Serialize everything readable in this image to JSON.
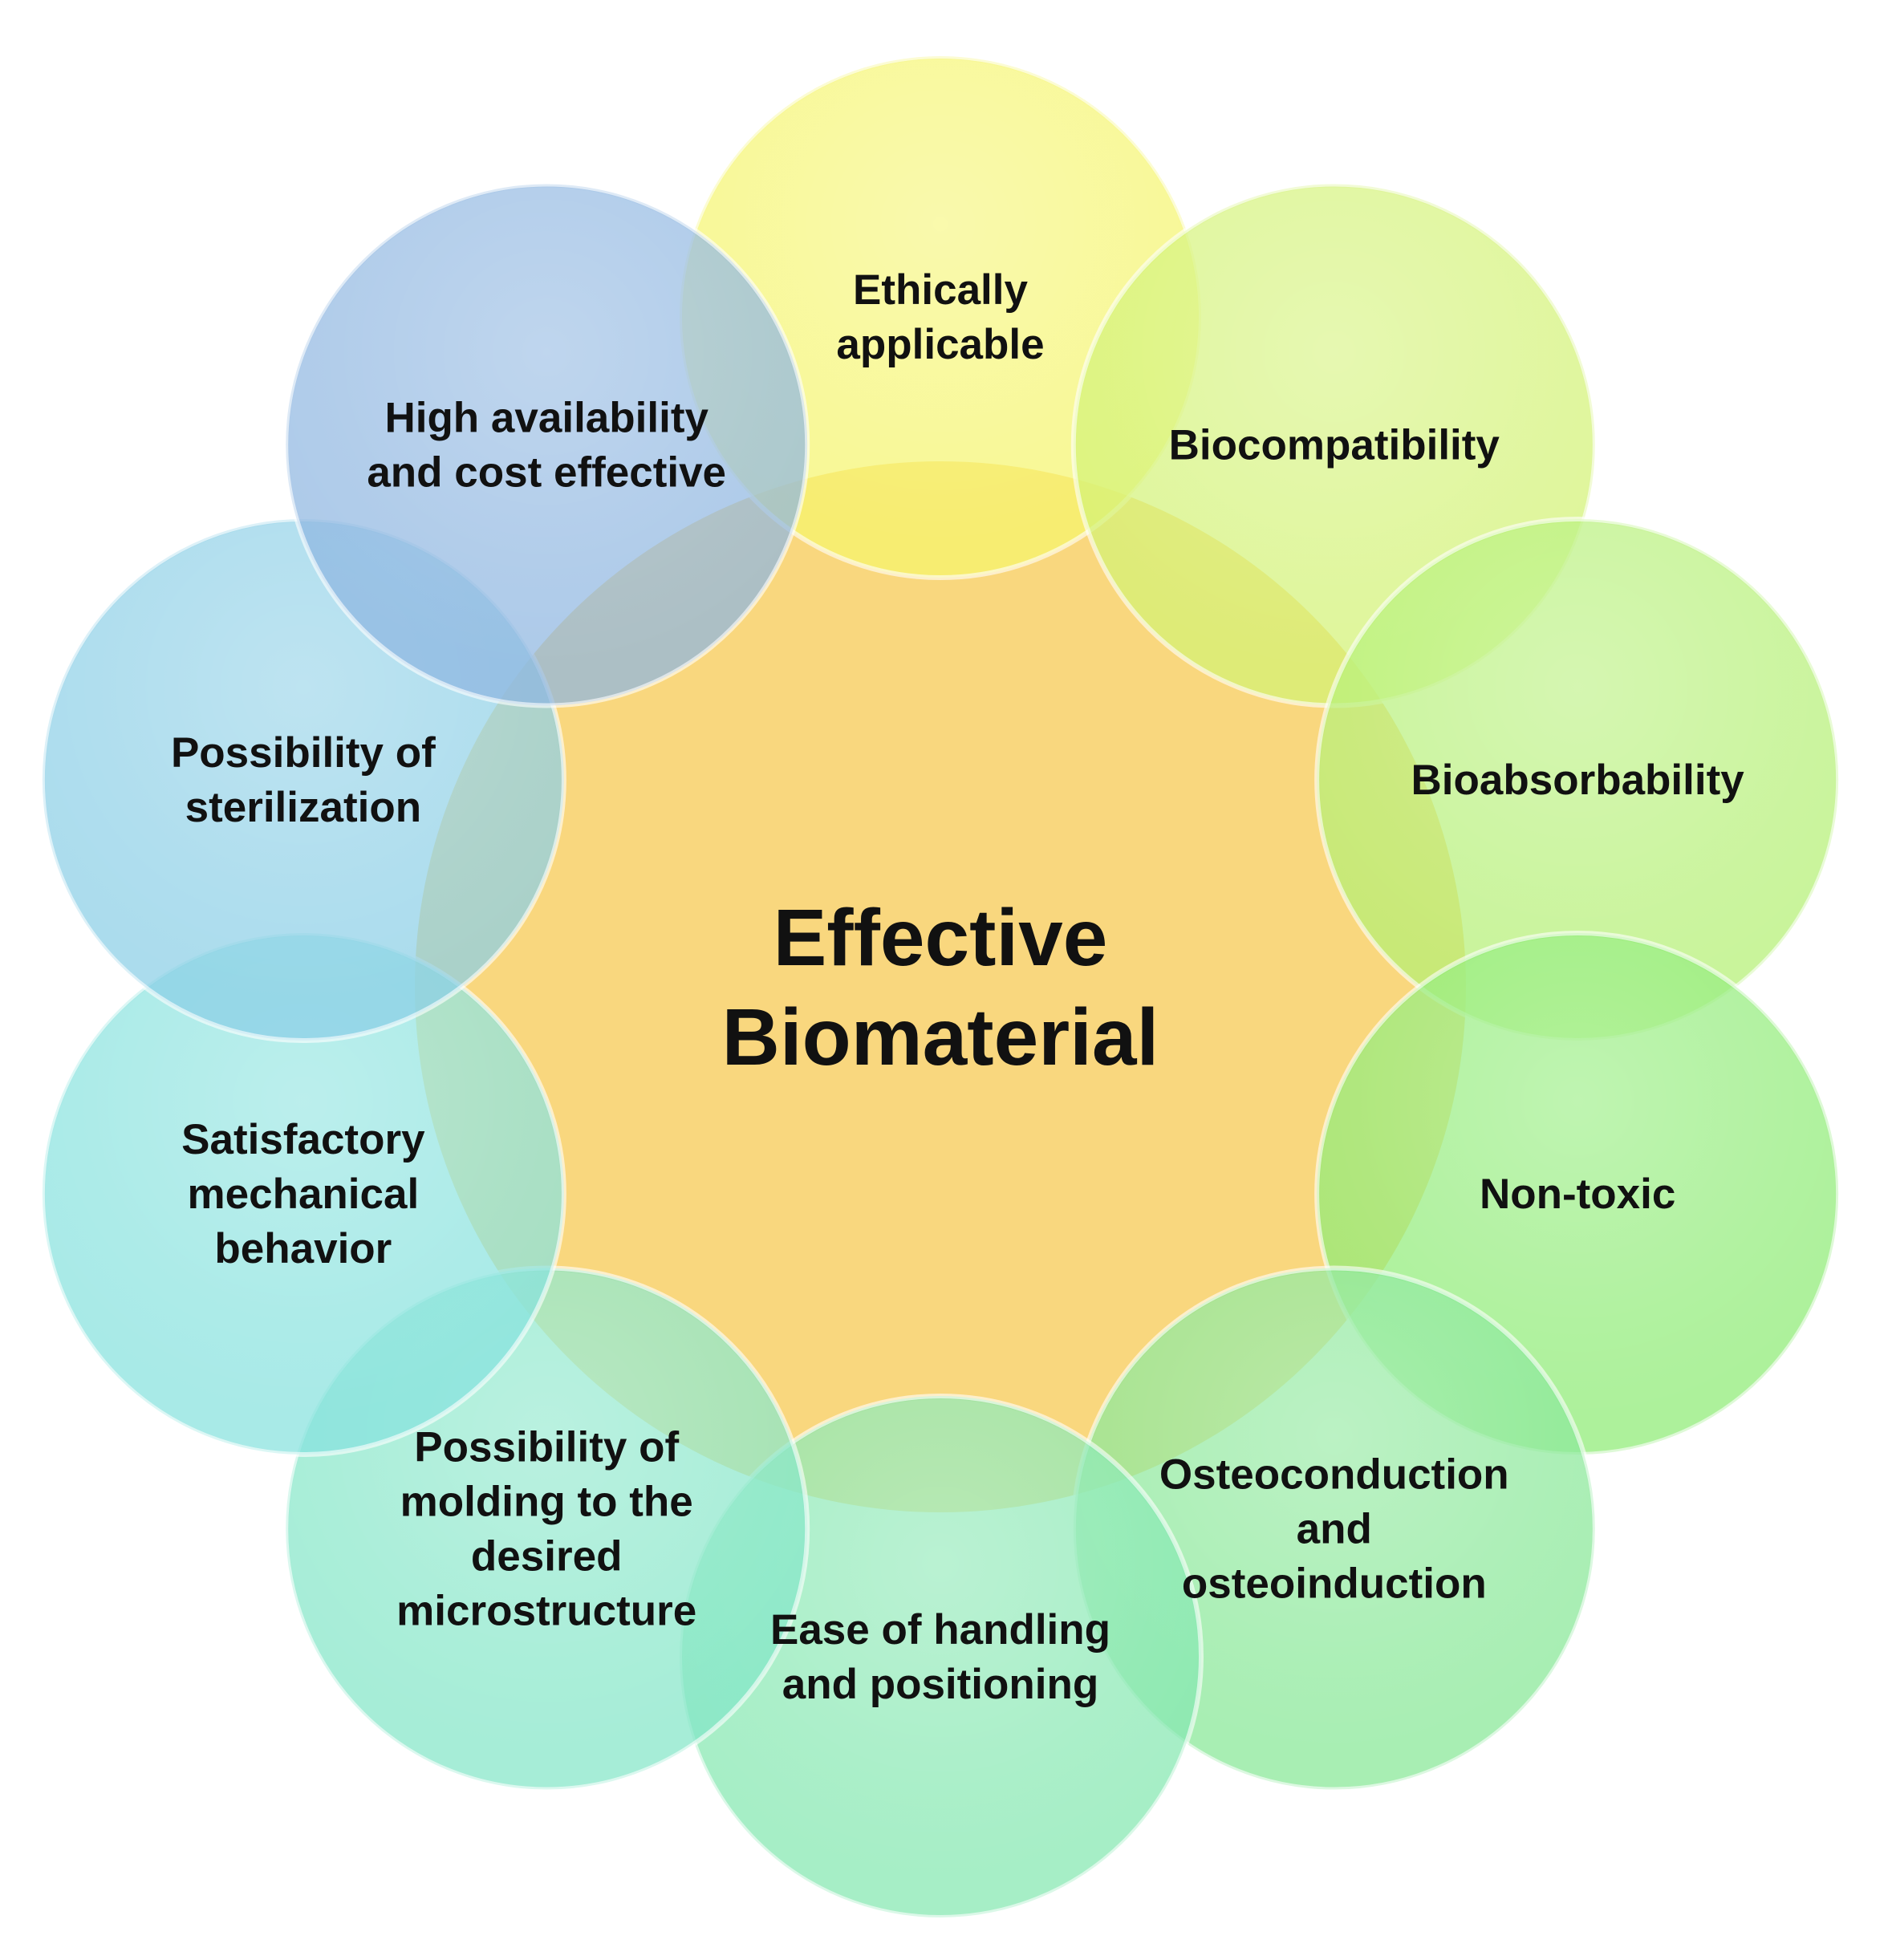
{
  "center": {
    "lines": [
      "Effective",
      "Biomaterial"
    ],
    "color": "#F9D77E"
  },
  "satellites": [
    {
      "id": "ethically-applicable",
      "lines": [
        "Ethically",
        "applicable"
      ],
      "color": "#F5F56C"
    },
    {
      "id": "biocompatibility",
      "lines": [
        "Biocompatibility"
      ],
      "color": "#D2F374"
    },
    {
      "id": "bioabsorbability",
      "lines": [
        "Bioabsorbability"
      ],
      "color": "#B4F074"
    },
    {
      "id": "non-toxic",
      "lines": [
        "Non-toxic"
      ],
      "color": "#8EEB74"
    },
    {
      "id": "osteoconduction",
      "lines": [
        "Osteoconduction",
        "and",
        "osteoinduction"
      ],
      "color": "#86E796"
    },
    {
      "id": "ease-of-handling",
      "lines": [
        "Ease of handling",
        "and positioning"
      ],
      "color": "#84E8B0"
    },
    {
      "id": "molding",
      "lines": [
        "Possibility of",
        "molding to the",
        "desired",
        "microstructure"
      ],
      "color": "#84E6C8"
    },
    {
      "id": "mechanical",
      "lines": [
        "Satisfactory",
        "mechanical",
        "behavior"
      ],
      "color": "#86E2DE"
    },
    {
      "id": "sterilization",
      "lines": [
        "Possibility of",
        "sterilization"
      ],
      "color": "#8ACFE6"
    },
    {
      "id": "availability",
      "lines": [
        "High availability",
        "and cost effective"
      ],
      "color": "#8EB6E0"
    }
  ]
}
